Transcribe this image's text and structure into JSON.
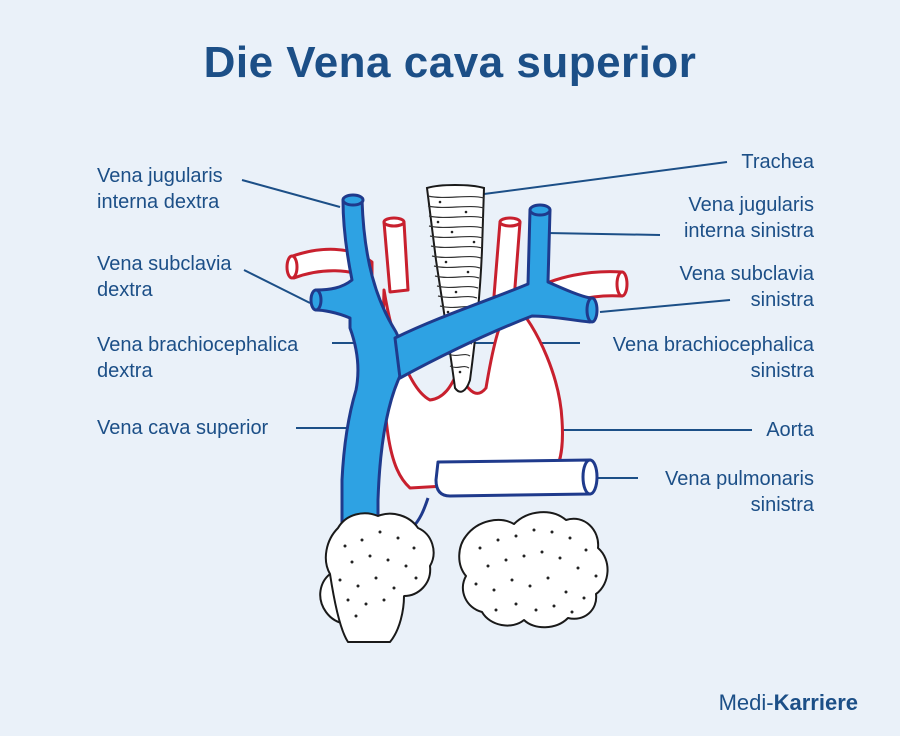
{
  "title": "Die Vena cava superior",
  "labels": {
    "vjid": [
      "Vena jugularis",
      "interna dextra"
    ],
    "vsd": [
      "Vena subclavia",
      "dextra"
    ],
    "vbd": [
      "Vena brachiocephalica",
      "dextra"
    ],
    "vcs": [
      "Vena cava superior"
    ],
    "trachea": [
      "Trachea"
    ],
    "vjis": [
      "Vena jugularis",
      "interna sinistra"
    ],
    "vss": [
      "Vena subclavia",
      "sinistra"
    ],
    "vbs": [
      "Vena brachiocephalica",
      "sinistra"
    ],
    "aorta": [
      "Aorta"
    ],
    "vps": [
      "Vena pulmonaris",
      "sinistra"
    ]
  },
  "brand": {
    "part1": "Medi-",
    "part2": "Karriere"
  },
  "colors": {
    "background": "#eaf1f9",
    "vein": "#2ea2e3",
    "vein_outline": "#1f3a8c",
    "artery_outline": "#c8202e",
    "text": "#1c4f87"
  }
}
